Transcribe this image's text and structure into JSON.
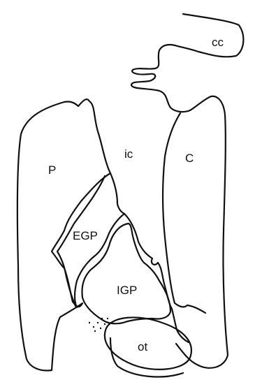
{
  "diagram": {
    "regions": [
      {
        "key": "cc",
        "label": "cc"
      },
      {
        "key": "ic",
        "label": "ic"
      },
      {
        "key": "C",
        "label": "C"
      },
      {
        "key": "P",
        "label": "P"
      },
      {
        "key": "EGP",
        "label": "EGP"
      },
      {
        "key": "IGP",
        "label": "IGP"
      },
      {
        "key": "ot",
        "label": "ot"
      }
    ],
    "colors": {
      "ink": "#111111",
      "background": "#ffffff"
    }
  }
}
